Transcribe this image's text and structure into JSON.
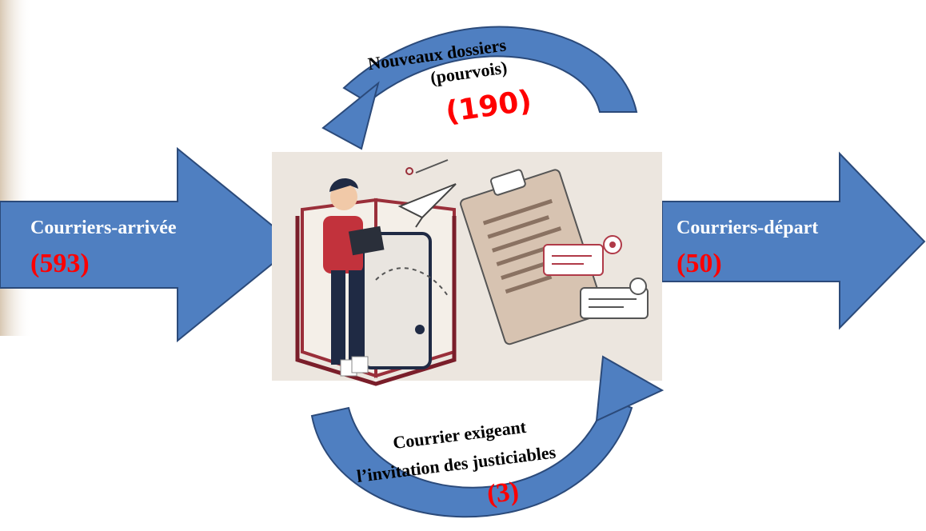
{
  "colors": {
    "arrow_fill": "#4f7fc1",
    "arrow_stroke": "#2b4a7a",
    "count_red": "#ff0000",
    "illustration_bg": "#ece6df"
  },
  "incoming": {
    "label": "Courriers-arrivée",
    "count": "(593)"
  },
  "outgoing": {
    "label": "Courriers-départ",
    "count": "(50)"
  },
  "top_loop": {
    "line1": "Nouveaux dossiers",
    "line2": "(pourvois)",
    "count": "(190)"
  },
  "bottom_loop": {
    "line1": "Courrier exigeant",
    "line2": "l’invitation des justiciables",
    "count": "(3)"
  },
  "illustration": {
    "icon": "person-with-tablet-document-illustration"
  }
}
